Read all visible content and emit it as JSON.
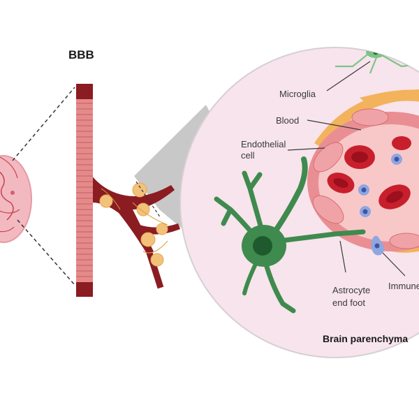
{
  "diagram": {
    "title": "BBB",
    "labels": {
      "microglia": "Microglia",
      "blood": "Blood",
      "endothelial_line1": "Endothelial",
      "endothelial_line2": "cell",
      "astrocyte_line1": "Astrocyte",
      "astrocyte_line2": "end foot",
      "immune": "Immune cell",
      "parenchyma": "Brain parenchyma"
    },
    "icons": [
      "brain-icon",
      "blood-vessel-icon",
      "microglia-icon",
      "astrocyte-icon",
      "red-blood-cell-icon",
      "immune-cell-icon"
    ],
    "colors": {
      "circle_fill": "#f7e4ec",
      "vessel": "#e58a8a",
      "vessel_dark": "#8a1c22",
      "endfoot": "#f3b25c",
      "astrocyte": "#3f8a4e",
      "microglia": "#7cc486",
      "rbc": "#c81f2d",
      "immune": "#8fa6e0"
    }
  }
}
